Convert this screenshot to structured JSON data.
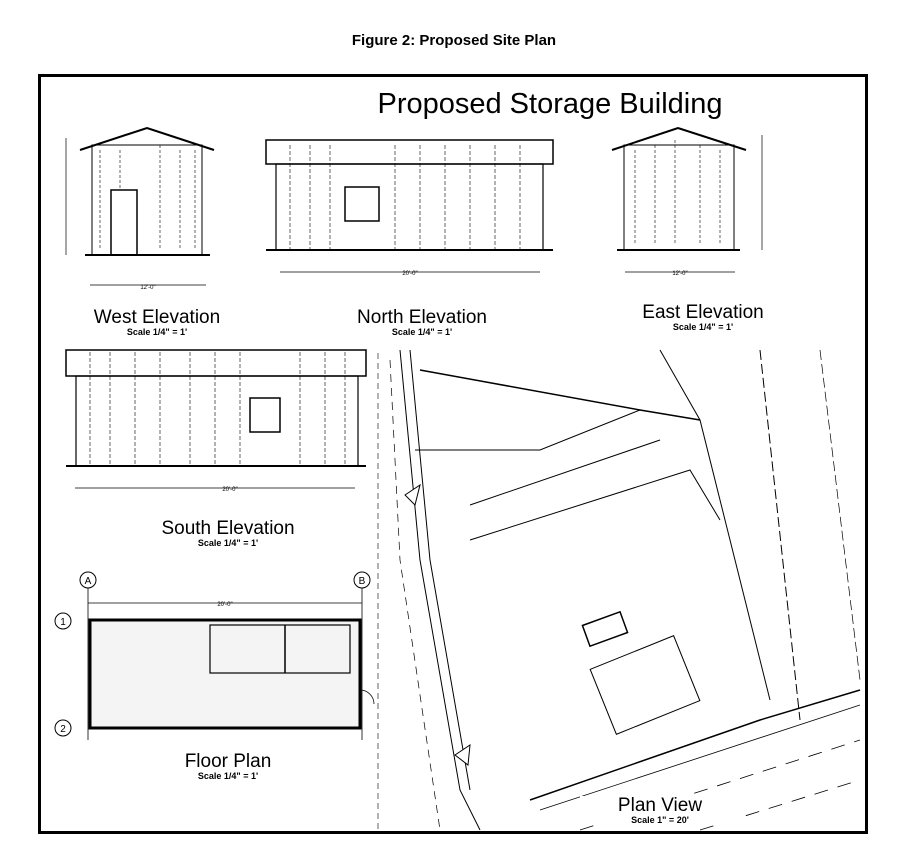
{
  "caption": "Figure 2: Proposed Site Plan",
  "title": "Proposed Storage Building",
  "views": {
    "west": {
      "label": "West Elevation",
      "scale": "Scale 1/4\" = 1'",
      "width_dim": "12'-0\""
    },
    "north": {
      "label": "North Elevation",
      "scale": "Scale 1/4\" = 1'",
      "width_dim": "20'-0\""
    },
    "east": {
      "label": "East Elevation",
      "scale": "Scale 1/4\" = 1'",
      "width_dim": "12'-0\""
    },
    "south": {
      "label": "South Elevation",
      "scale": "Scale 1/4\" = 1'",
      "width_dim": "20'-0\""
    },
    "floor": {
      "label": "Floor Plan",
      "scale": "Scale 1/4\" = 1'",
      "width_dim": "20'-0\"",
      "grid": [
        "A",
        "B",
        "1",
        "2"
      ]
    },
    "plan": {
      "label": "Plan View",
      "scale": "Scale 1\" = 20'"
    }
  }
}
